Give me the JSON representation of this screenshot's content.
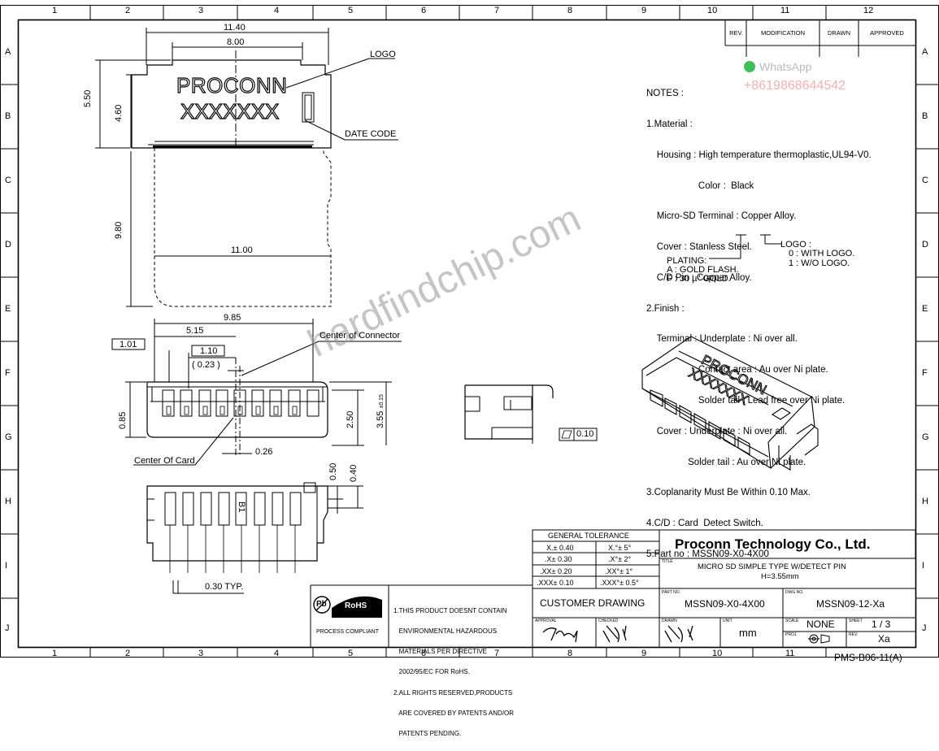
{
  "sheet": {
    "columns": [
      "1",
      "2",
      "3",
      "4",
      "5",
      "6",
      "7",
      "8",
      "9",
      "10",
      "11",
      "12"
    ],
    "rows": [
      "A",
      "B",
      "C",
      "D",
      "E",
      "F",
      "G",
      "H",
      "I",
      "J"
    ],
    "form_code": "PMS-B06-11(A)"
  },
  "revision_block": {
    "headers": [
      "REV.",
      "MODIFICATION",
      "DRAWN",
      "APPROVED"
    ]
  },
  "top_view": {
    "dims": {
      "overall_width": "11.40",
      "inner_width": "8.00",
      "height_total": "5.50",
      "height_inner": "4.60",
      "card_length": "9.80",
      "card_width": "11.00"
    },
    "logo_text": "PROCONN",
    "date_code_text": "XXXXXXX",
    "callout_logo": "LOGO",
    "callout_date_code": "DATE CODE"
  },
  "front_view": {
    "dims": {
      "d_985": "9.85",
      "d_515": "5.15",
      "d_101": "1.01",
      "d_110": "1.10",
      "d_023": "( 0.23 )",
      "d_085": "0.85",
      "d_250": "2.50",
      "d_355": "3.55",
      "d_355_tol": "±0.15",
      "d_026": "0.26"
    },
    "callout_center_connector": "Center of Connector",
    "callout_center_card": "Center Of Card"
  },
  "bottom_view": {
    "dims": {
      "d_050": "0.50",
      "d_040": "0.40",
      "pitch": "0.30 TYP."
    },
    "pin_label": "B1"
  },
  "side_view": {
    "flatness": "0.10"
  },
  "notes": {
    "heading": "NOTES :",
    "lines": [
      "1.Material :",
      "    Housing : High temperature thermoplastic,UL94-V0.",
      "                    Color :  Black",
      "    Micro-SD Terminal : Copper Alloy.",
      "    Cover : Stanless Steel.",
      "    C/D Pin : Copper Alloy.",
      "2.Finish :",
      "    Terminal : Underplate : Ni over all.",
      "                    Contact area : Au over Ni plate.",
      "                    Solder tail : Lead free over Ni plate.",
      "    Cover : Underplate : Ni over all.",
      "                Solder tail : Au over Ni plate.",
      "3.Coplanarity Must Be Within 0.10 Max.",
      "4.C/D : Card  Detect Switch.",
      "5.Part no : MSSN09-X0-4X00"
    ],
    "plating_title": "PLATING:",
    "plating_a": "A : GOLD FLASH.",
    "plating_f": "F : 30 µ\" GOLD.",
    "logo_title": "LOGO :",
    "logo_0": "0 : WITH LOGO.",
    "logo_1": "1 : W/O LOGO."
  },
  "iso_view": {
    "logo_text": "PROCONN",
    "code_text": "XXXXXXX"
  },
  "watermarks": {
    "main": "hardfindchip.com",
    "app": "WhatsApp",
    "phone": "+8619868644542"
  },
  "tolerance": {
    "title": "GENERAL TOLERANCE",
    "rows": [
      [
        "X.± 0.40",
        "X.°± 5°"
      ],
      [
        ".X± 0.30",
        ".X°± 2°"
      ],
      [
        ".XX± 0.20",
        ".XX°± 1°"
      ],
      [
        ".XXX± 0.10",
        ".XXX°± 0.5°"
      ]
    ]
  },
  "rohs": {
    "label": "RoHS",
    "pb": "Pb",
    "caption": "PROCESS COMPLIANT",
    "statement": [
      "1.THIS PRODUCT DOESNT CONTAIN",
      "   ENVIRONMENTAL HAZARDOUS",
      "   MATERIALS PER DIRECTIVE",
      "   2002/95/EC FOR RoHS.",
      "2.ALL RIGHTS RESERVED,PRODUCTS",
      "   ARE COVERED BY PATENTS AND/OR",
      "   PATENTS PENDING."
    ]
  },
  "title_block": {
    "company": "Proconn Technology Co., Ltd.",
    "title_label": "TITLE",
    "title_line1": "MICRO SD SIMPLE TYPE  W/DETECT PIN",
    "title_line2": "H=3.55mm",
    "customer_drawing": "CUSTOMER DRAWING",
    "part_no_label": "PART NO.",
    "part_no": "MSSN09-X0-4X00",
    "dwg_no_label": "DWG NO.",
    "dwg_no": "MSSN09-12-Xa",
    "approval_label": "APPROVAL",
    "checked_label": "CHECKED",
    "drawn_label": "DRAWN",
    "unit_label": "UNIT",
    "unit": "mm",
    "scale_label": "SCALE",
    "scale": "NONE",
    "sheet_label": "SHEET",
    "sheet": "1 / 3",
    "proj_label": "PROJ.",
    "rev_label": "REV.",
    "rev": "Xa"
  }
}
